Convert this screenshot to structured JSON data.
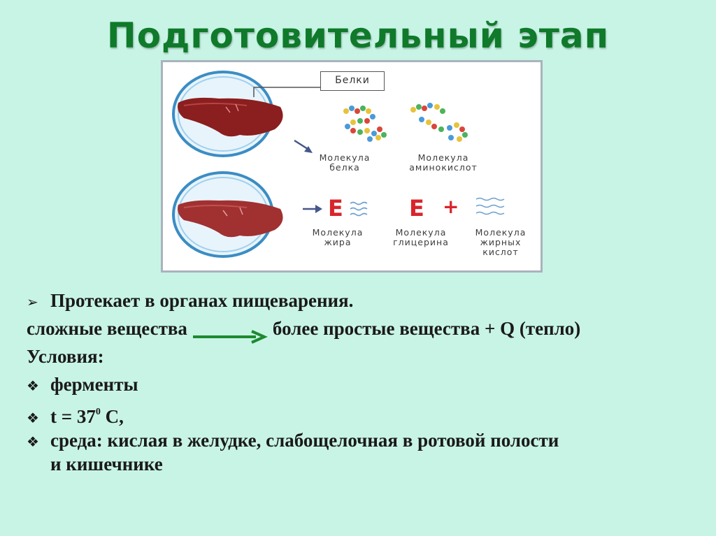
{
  "title": "Подготовительный этап",
  "figure": {
    "callout": "Белки",
    "labels": {
      "protein_molecule": [
        "Молекула",
        "белка"
      ],
      "amino_acid_molecule": [
        "Молекула",
        "аминокислот"
      ],
      "fat_molecule": [
        "Молекула",
        "жира"
      ],
      "glycerol_molecule": [
        "Молекула",
        "глицерина"
      ],
      "fatty_acid_molecule": [
        "Молекула",
        "жирных",
        "кислот"
      ]
    },
    "plus": "+",
    "glyph_e": "E",
    "colors": {
      "meat": "#8b1e1e",
      "circle": "#3b8dc4",
      "arrow": "#45578a",
      "e_red": "#d9252a",
      "plus_red": "#d9252a",
      "waves": "#6b9fcf"
    }
  },
  "text": {
    "line1": "Протекает в органах пищеварения.",
    "line2_left": "сложные вещества",
    "line2_right": "более простые вещества + Q (тепло)",
    "line3": "Условия:",
    "item1": "ферменты",
    "item2_pre": "t = 37",
    "item2_sup": "0",
    "item2_post": " С,",
    "item3_a": "среда: кислая в желудке, слабощелочная в ротовой полости",
    "item3_b": "и кишечнике",
    "bullet_arrow": "➢",
    "bullet_diamond": "❖",
    "arrow_color": "#1c8a2e"
  }
}
